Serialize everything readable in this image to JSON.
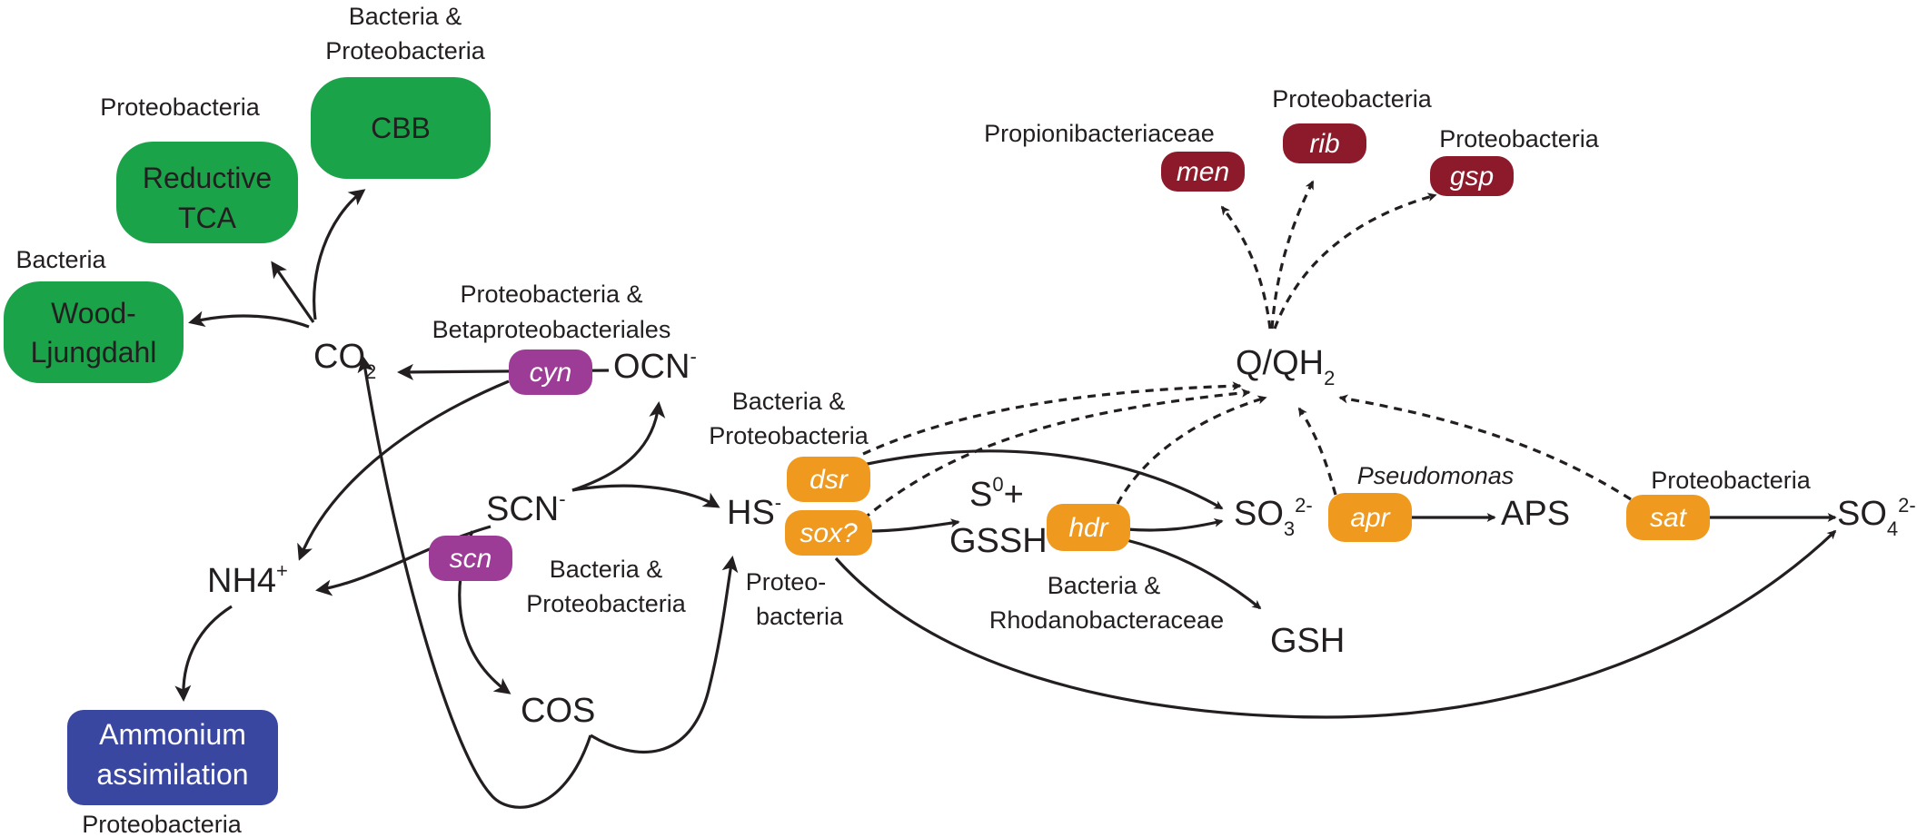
{
  "colors": {
    "green": "#1ba34a",
    "purple": "#9c3c96",
    "orange": "#ef9a1f",
    "darkred": "#8d1a2a",
    "blue": "#3a47a1",
    "ink": "#231f20"
  },
  "pathways": {
    "cbb": {
      "label": "CBB",
      "taxon_line1": "Bacteria &",
      "taxon_line2": "Proteobacteria"
    },
    "rtca": {
      "label_line1": "Reductive",
      "label_line2": "TCA",
      "taxon": "Proteobacteria"
    },
    "wl": {
      "label_line1": "Wood-",
      "label_line2": "Ljungdahl",
      "taxon": "Bacteria"
    },
    "ammonium": {
      "label_line1": "Ammonium",
      "label_line2": "assimilation",
      "taxon": "Proteobacteria"
    }
  },
  "compounds": {
    "co2": {
      "main": "CO",
      "sub": "2"
    },
    "ocn": {
      "main": "OCN",
      "sup": "-"
    },
    "scn": {
      "main": "SCN",
      "sup": "-"
    },
    "nh4": {
      "main": "NH4",
      "sup": "+"
    },
    "cos": {
      "main": "COS"
    },
    "hs": {
      "main": "HS",
      "sup": "-"
    },
    "s0": {
      "main": "S",
      "sup": "0",
      "tail": "+"
    },
    "gssh": {
      "main": "GSSH"
    },
    "so3": {
      "main": "SO",
      "sub": "3",
      "sup": "2-"
    },
    "aps": {
      "main": "APS"
    },
    "so4": {
      "main": "SO",
      "sub": "4",
      "sup": "2-"
    },
    "gsh": {
      "main": "GSH"
    },
    "qqh2": {
      "main": "Q/QH",
      "sub": "2"
    }
  },
  "genes": {
    "cyn": "cyn",
    "scn": "scn",
    "dsr": "dsr",
    "sox": "sox?",
    "hdr": "hdr",
    "apr": "apr",
    "sat": "sat",
    "men": "men",
    "rib": "rib",
    "gsp": "gsp"
  },
  "taxa": {
    "cyn_line1": "Proteobacteria &",
    "cyn_line2": "Betaproteobacteriales",
    "scn_line1": "Bacteria &",
    "scn_line2": "Proteobacteria",
    "dsr_line1": "Bacteria &",
    "dsr_line2": "Proteobacteria",
    "sox_line1": "Proteo-",
    "sox_line2": "bacteria",
    "hdr_line1": "Bacteria &",
    "hdr_line2": "Rhodanobacteraceae",
    "apr": "Pseudomonas",
    "sat": "Proteobacteria",
    "men": "Propionibacteriaceae",
    "rib": "Proteobacteria",
    "gsp": "Proteobacteria"
  }
}
